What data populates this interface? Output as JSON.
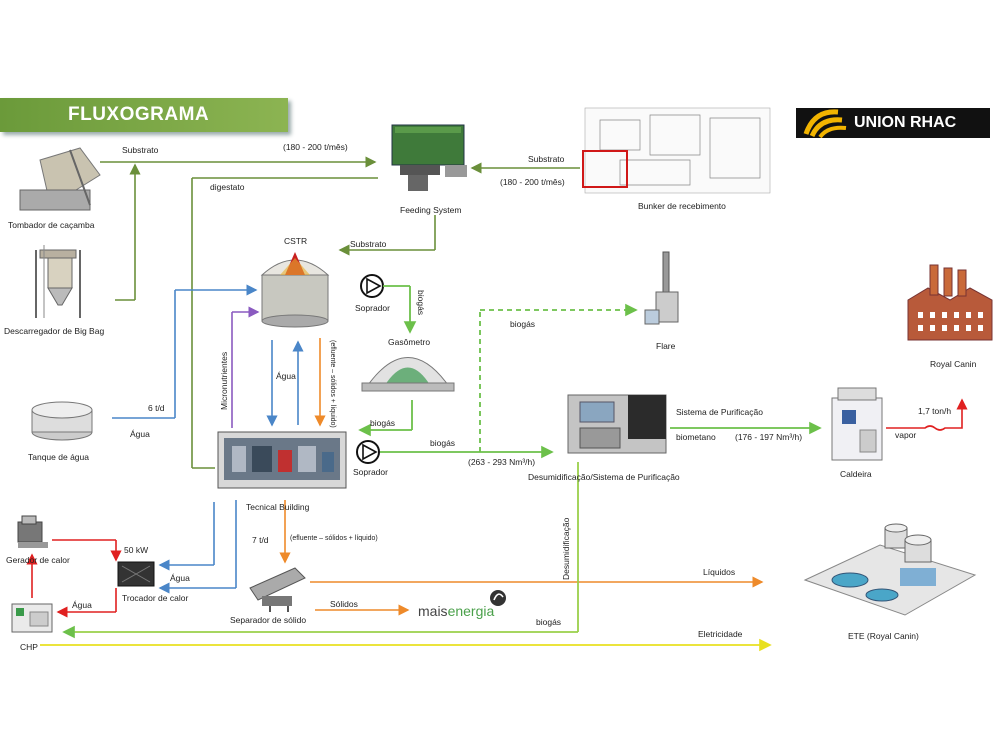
{
  "title": "FLUXOGRAMA",
  "logo": "UNION RHAC",
  "mais_prefix": "mais",
  "mais_suffix": "energia",
  "nodes": {
    "tombador": "Tombador de caçamba",
    "bigbag": "Descarregador de Big Bag",
    "tanque": "Tanque de água",
    "feeding": "Feeding System",
    "bunker": "Bunker de recebimento",
    "cstr": "CSTR",
    "soprador1": "Soprador",
    "gasometro": "Gasômetro",
    "flare": "Flare",
    "royal": "Royal Canin",
    "desum": "Desumidificação/Sistema de Purificação",
    "caldeira": "Caldeira",
    "tecnical": "Tecnical Building",
    "soprador2": "Soprador",
    "gerador": "Gerador de calor",
    "trocador": "Trocador de calor",
    "chp": "CHP",
    "separador": "Separador de sólido",
    "ete": "ETE (Royal Canin)"
  },
  "flows": {
    "substrato_top": "Substrato",
    "rate_top": "(180 - 200 t/mês)",
    "substrato_bunker": "Substrato",
    "rate_bunker": "(180 - 200 t/mês)",
    "digestato": "digestato",
    "substrato_cstr": "Substrato",
    "biogas_v": "biogás",
    "biogas_flare": "biogás",
    "biogas_gas": "biogás",
    "biogas_tb": "biogás",
    "rate_biogas": "(263 - 293 Nm³/h)",
    "sist_purif": "Sistema de Purificação",
    "biometano": "biometano",
    "rate_biometano": "(176 - 197 Nm³/h)",
    "ton_h": "1,7 ton/h",
    "vapor": "vapor",
    "agua_6": "6 t/d",
    "agua_tank": "Água",
    "micronutrientes": "Micronutrientes",
    "agua_mid": "Água",
    "efluente_cstr": "(efluente – sólidos + líquido)",
    "desum_v": "Desumidificação",
    "kw": "50 kW",
    "agua_troc": "Água",
    "agua_chp": "Água",
    "rate_7": "7 t/d",
    "efluente_sep": "(efluente – sólidos + líquido)",
    "liquidos": "Líquidos",
    "solidos": "Sólidos",
    "biogas_bottom": "biogás",
    "eletricidade": "Eletricidade"
  }
}
